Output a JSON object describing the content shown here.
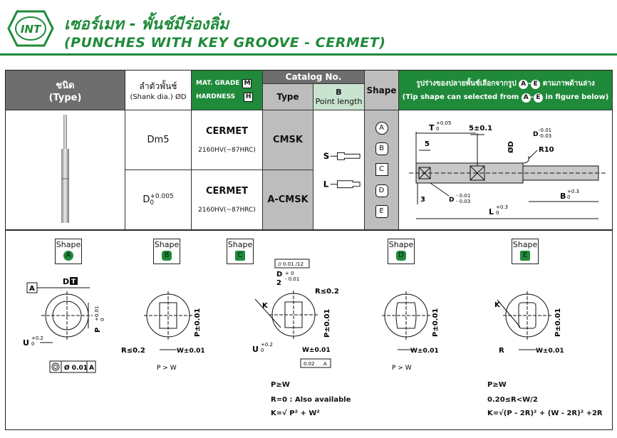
{
  "header": {
    "logo_text": "INT",
    "title_th": "เซอร์เมท - พั้นช์มีร่องลิ่ม",
    "title_en": "(PUNCHES WITH KEY GROOVE - CERMET)"
  },
  "table": {
    "col_type_th": "ชนิด",
    "col_type_en": "(Type)",
    "col_shank_th": "ลำตัวพั้นช์",
    "col_shank_en": "(Shank dia.) ØD",
    "mat_grade": "MAT. GRADE",
    "mat_grade_box": "M",
    "hardness": "HARDNESS",
    "hardness_box": "H",
    "catalog_no": "Catalog No.",
    "col_type2": "Type",
    "col_b": "B",
    "col_point_length": "Point length",
    "col_shape": "Shape",
    "tip_th_pre": "รูปร่างของปลายพั้นช์เลือกจากรูป",
    "tip_th_post": "ตามภาพด้านล่าง",
    "tip_en_pre": "(Tip shape can selected from",
    "tip_en_post": "in figure below)",
    "tip_from": "A",
    "tip_to": "E",
    "rows": [
      {
        "shank": "Dm5",
        "material": "CERMET",
        "hardness": "2160HV(~87HRC)",
        "type": "CMSK",
        "point": "S"
      },
      {
        "shank": "D",
        "shank_tol": "+0.005",
        "shank_tol2": "0",
        "material": "CERMET",
        "hardness": "2160HV(~87HRC)",
        "type": "A-CMSK",
        "point": "L"
      }
    ],
    "shapes": [
      "A",
      "B",
      "C",
      "D",
      "E"
    ],
    "drawing": {
      "t": "T",
      "t_tol": "+0.05",
      "t_tol2": "0",
      "five_tol": "5±0.1",
      "five": "5",
      "od": "ØD",
      "d_tol_top": "D",
      "d_tol_top1": "-0.01",
      "d_tol_top2": "-0.03",
      "r10": "R10",
      "three": "3",
      "d_tol_bot": "D",
      "d_tol_bot1": "- 0.01",
      "d_tol_bot2": "- 0.03",
      "b": "B",
      "b_tol": "+0.3",
      "b_tol2": "0",
      "l": "L",
      "l_tol": "+0.3",
      "l_tol2": "0"
    }
  },
  "shape_labels": {
    "name": "Shape",
    "items": [
      "A",
      "B",
      "C",
      "D",
      "E"
    ]
  },
  "figures": {
    "a": {
      "box_a": "A",
      "dt": "D",
      "dt_box": "T",
      "p": "P",
      "p_tol1": "+0.01",
      "p_tol2": "0",
      "u": "U",
      "u_tol1": "+0.2",
      "u_tol2": "0",
      "conc": "Ø 0.01",
      "conc_ref": "A"
    },
    "b": {
      "p": "P±0.01",
      "r": "R≤0.2",
      "w": "W±0.01",
      "cond": "P > W"
    },
    "c": {
      "para": "// 0.01 /12",
      "d2": "D",
      "d2_den": "2",
      "d2_tol1": "+ 0",
      "d2_tol2": "- 0.01",
      "r": "R≤0.2",
      "k": "K",
      "p": "P±0.01",
      "u": "U",
      "u_tol1": "+0.2",
      "u_tol2": "0",
      "w": "W±0.01",
      "sym": "0.02",
      "sym_ref": "A"
    },
    "d": {
      "p": "P±0.01",
      "w": "W±0.01",
      "cond": "P > W"
    },
    "e": {
      "k": "K",
      "p": "P±0.01",
      "r": "R",
      "w": "W±0.01"
    }
  },
  "notes": {
    "c1": "P≥W",
    "c2": "R=0 : Also available",
    "c3": "K=√ P² + W²",
    "e1": "P≥W",
    "e2": "0.20≤R<W/2",
    "e3": "K=√(P - 2R)² + (W - 2R)² +2R"
  }
}
